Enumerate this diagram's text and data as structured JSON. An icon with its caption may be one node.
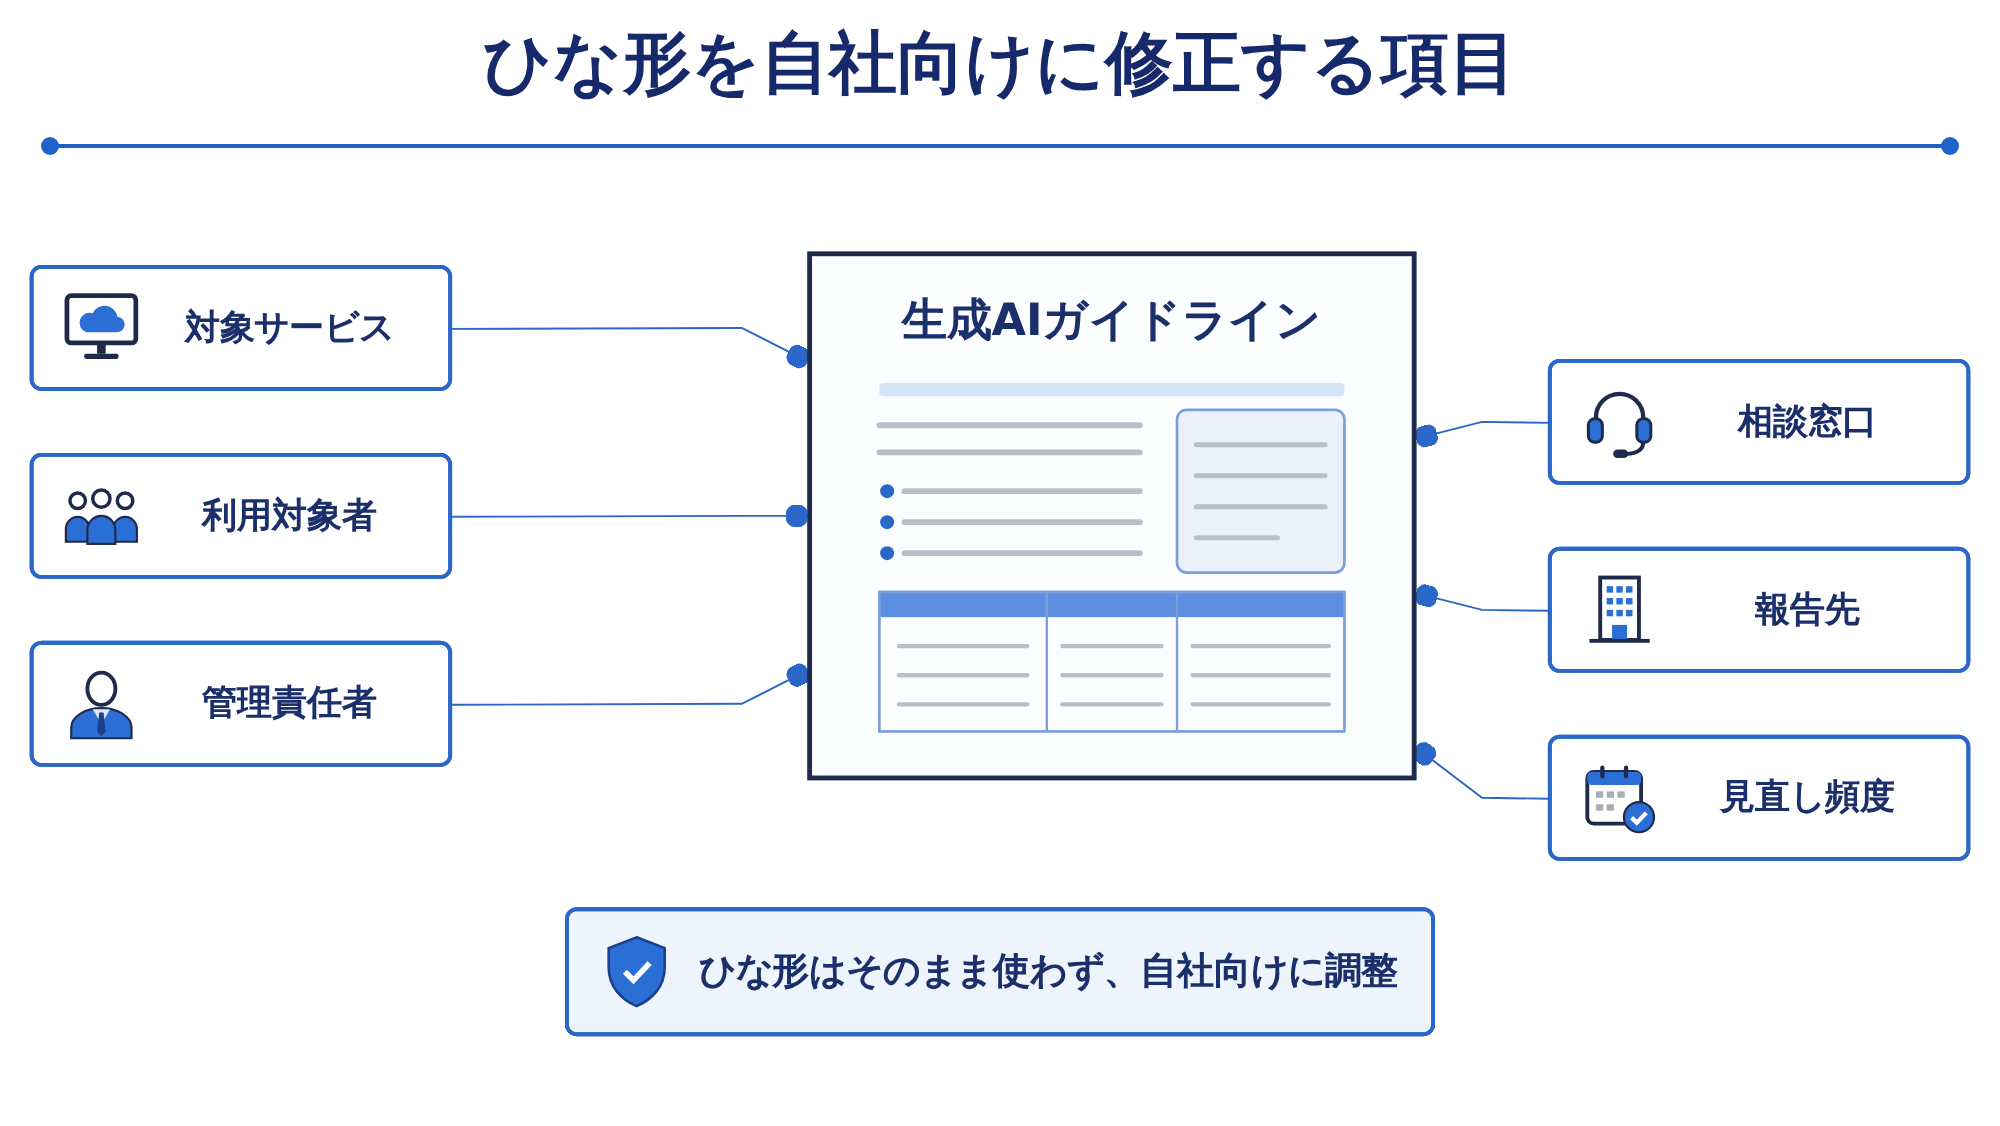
{
  "diagram": {
    "title": "ひな形を自社向けに修正する項目",
    "nodes": [
      {
        "text": [
          "対象サービス"
        ]
      },
      {
        "text": [
          "生成AIガイドライン"
        ]
      },
      {
        "text": [
          "相談窓口"
        ]
      },
      {
        "text": [
          "利用対象者"
        ]
      },
      {
        "text": [
          "報告先"
        ]
      },
      {
        "text": [
          "管理責任者"
        ]
      },
      {
        "text": [
          "見直し頻度"
        ]
      },
      {
        "text": [
          "ひな形はそのまま使わず、自社向けに調整"
        ]
      }
    ],
    "edges": [
      {
        "from": 0,
        "to": 1,
        "arrow": "other"
      },
      {
        "from": 1,
        "to": 2,
        "arrow": "other"
      },
      {
        "from": 3,
        "to": 1,
        "arrow": "other"
      },
      {
        "from": 1,
        "to": 4,
        "arrow": "other"
      },
      {
        "from": 5,
        "to": 1,
        "arrow": "other"
      },
      {
        "from": 1,
        "to": 6,
        "arrow": "other"
      }
    ]
  }
}
